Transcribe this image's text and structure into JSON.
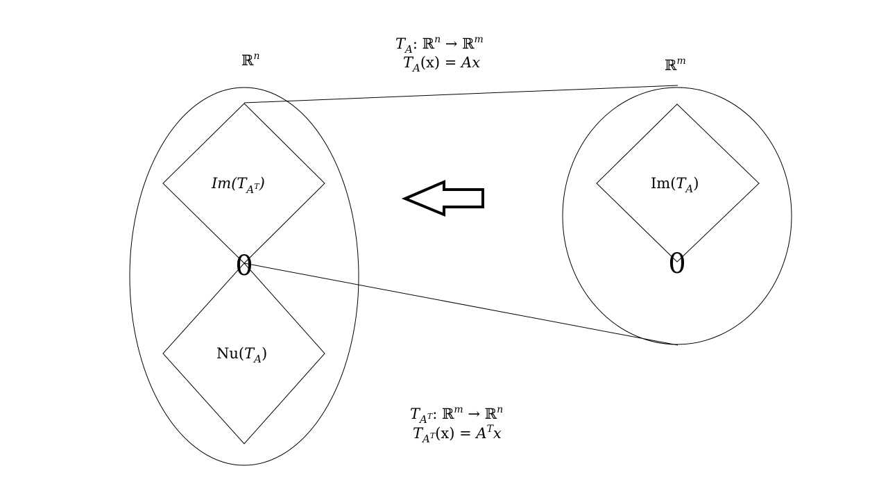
{
  "domain": {
    "space_label": "ℝ",
    "space_exp": "n",
    "top_region_label": {
      "base": "Im(",
      "sub": "T",
      "subsub": "A",
      "sup": "T",
      "close": ")"
    },
    "bottom_region_label": {
      "base": "Nu(",
      "sub": "T",
      "subsub": "A",
      "close": ")"
    },
    "origin_label": "0"
  },
  "codomain": {
    "space_label": "ℝ",
    "space_exp": "m",
    "region_label": {
      "base": "Im(",
      "sub": "T",
      "subsub": "A",
      "close": ")"
    },
    "origin_label": "0"
  },
  "forward_map": {
    "line1": {
      "name": "T",
      "sub": "A",
      "colon": ": ",
      "from": "ℝ",
      "from_exp": "n",
      "arrow": " → ",
      "to": "ℝ",
      "to_exp": "m"
    },
    "line2": {
      "lhs": "T",
      "sub": "A",
      "arg": "(x) = ",
      "rhs": "Ax"
    }
  },
  "backward_map": {
    "line1": {
      "name": "T",
      "sub": "A",
      "subsup": "T",
      "colon": ": ",
      "from": "ℝ",
      "from_exp": "m",
      "arrow": " → ",
      "to": "ℝ",
      "to_exp": "n"
    },
    "line2": {
      "lhs": "T",
      "sub": "A",
      "subsup": "T",
      "arg": "(x) = ",
      "rhs": "A",
      "rhs_sup": "T",
      "rhs_tail": "x"
    }
  },
  "arrow_direction": "left"
}
